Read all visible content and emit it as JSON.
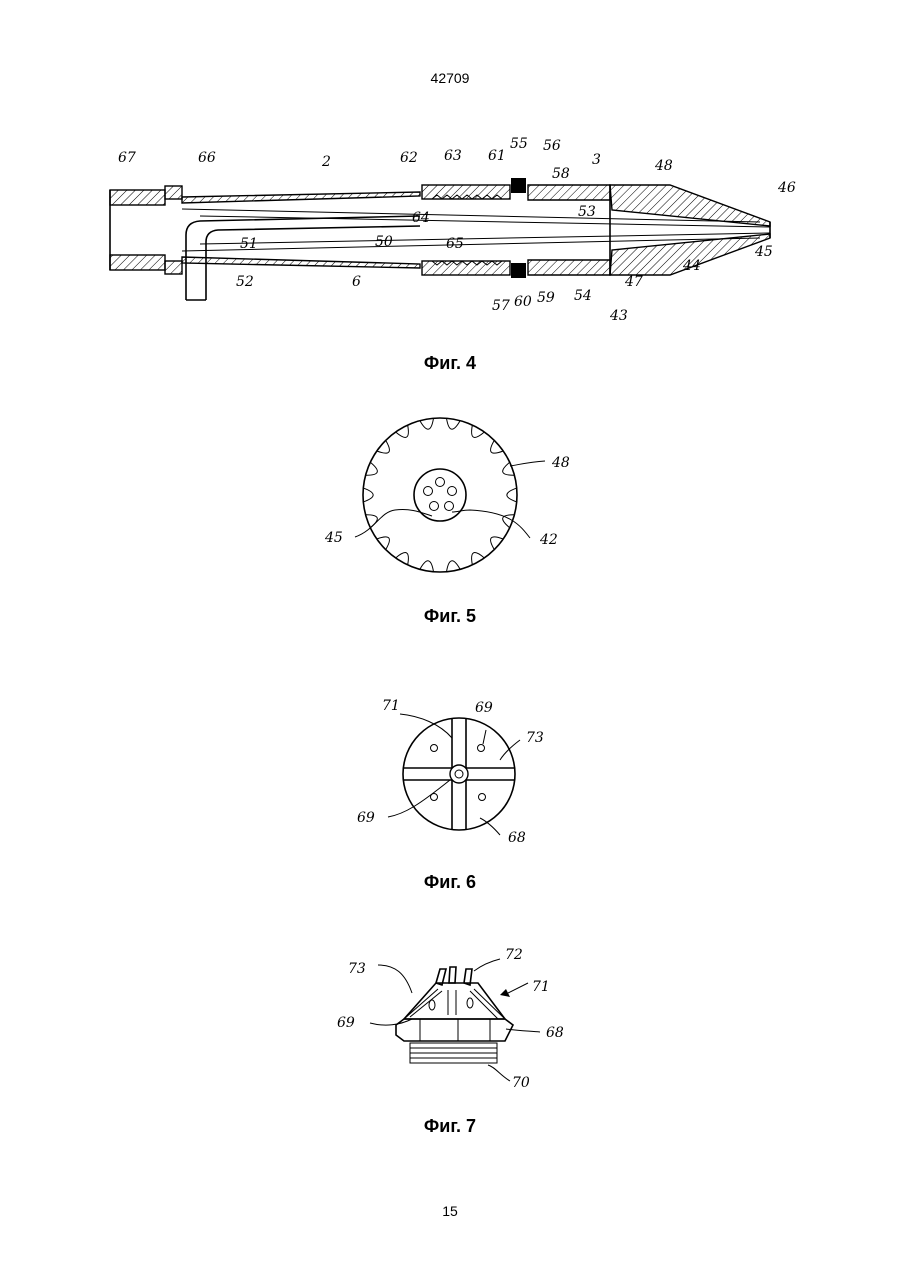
{
  "header": {
    "page_code": "42709"
  },
  "footer": {
    "page_number": "15"
  },
  "figures": [
    {
      "caption": "Фиг. 4",
      "labels": [
        "67",
        "66",
        "2",
        "62",
        "63",
        "61",
        "55",
        "56",
        "3",
        "48",
        "46",
        "58",
        "64",
        "53",
        "65",
        "51",
        "50",
        "45",
        "52",
        "6",
        "57",
        "60",
        "59",
        "54",
        "47",
        "44",
        "43"
      ]
    },
    {
      "caption": "Фиг. 5",
      "labels": [
        "48",
        "45",
        "42"
      ]
    },
    {
      "caption": "Фиг. 6",
      "labels": [
        "71",
        "69",
        "73",
        "69",
        "68"
      ]
    },
    {
      "caption": "Фиг. 7",
      "labels": [
        "72",
        "73",
        "71",
        "69",
        "68",
        "70"
      ]
    }
  ]
}
